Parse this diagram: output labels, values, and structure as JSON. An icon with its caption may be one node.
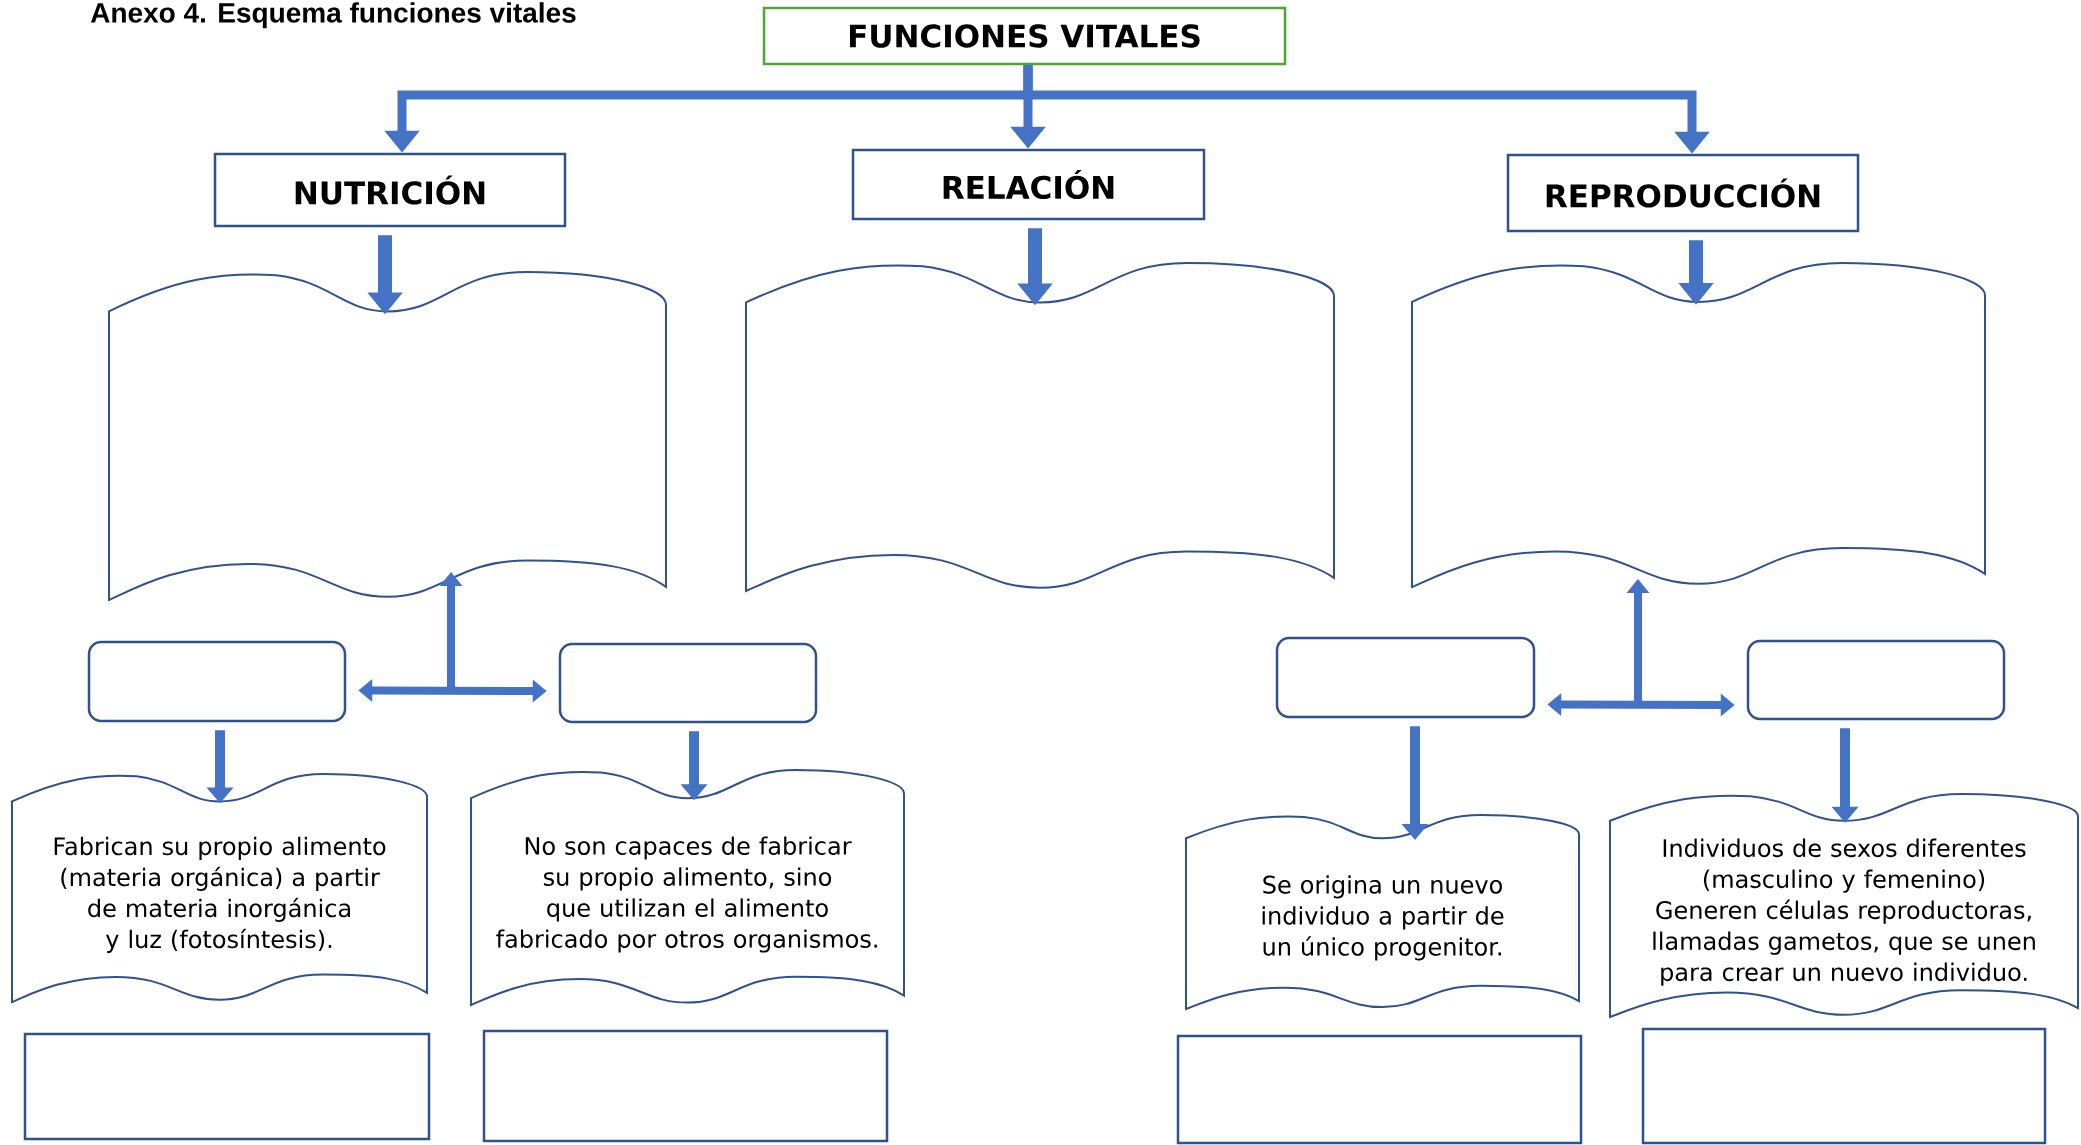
{
  "diagram": {
    "title": "Anexo 4. Esquema funciones vitales",
    "nodes": [
      {
        "text": [
          "FUNCIONES VITALES"
        ]
      },
      {
        "text": [
          "NUTRICIÓN"
        ]
      },
      {
        "text": [
          "RELACIÓN"
        ]
      },
      {
        "text": [
          "REPRODUCCIÓN"
        ]
      },
      {
        "text": [],
        "shape": "document"
      },
      {
        "text": [],
        "shape": "document"
      },
      {
        "text": [],
        "shape": "document"
      },
      {
        "text": [],
        "shape": "box"
      },
      {
        "text": [],
        "shape": "box"
      },
      {
        "text": [],
        "shape": "box"
      },
      {
        "text": [],
        "shape": "box"
      },
      {
        "text": [
          "Fabrican su propio alimento (materia orgánica) a partir de materia inorgánica y luz (fotosíntesis)."
        ]
      },
      {
        "text": [
          "No son capaces de fabricar su propio alimento, sino que utilizan el alimento fabricado por otros organismos."
        ]
      },
      {
        "text": [
          "Se origina un nuevo individuo a partir de un único progenitor."
        ]
      },
      {
        "text": [
          "Individuos de sexos diferentes (masculino y femenino)",
          "Generen células reproductoras, llamadas gametos, que se unen para crear un nuevo individuo."
        ]
      },
      {
        "text": [],
        "shape": "box"
      },
      {
        "text": [],
        "shape": "box"
      },
      {
        "text": [],
        "shape": "box"
      },
      {
        "text": [],
        "shape": "box"
      }
    ],
    "edges": [
      {
        "from": 0,
        "to": 1,
        "arrow": "to"
      },
      {
        "from": 0,
        "to": 2,
        "arrow": "to"
      },
      {
        "from": 0,
        "to": 3,
        "arrow": "to"
      },
      {
        "from": 1,
        "to": 4,
        "arrow": "to"
      },
      {
        "from": 2,
        "to": 5,
        "arrow": "to"
      },
      {
        "from": 3,
        "to": 6,
        "arrow": "to"
      },
      {
        "from": 7,
        "to": 8,
        "arrow": "both"
      },
      {
        "from": null,
        "to": 4,
        "arrow": "to"
      },
      {
        "from": 9,
        "to": 10,
        "arrow": "both"
      },
      {
        "from": null,
        "to": 6,
        "arrow": "to"
      },
      {
        "from": 7,
        "to": 11,
        "arrow": "to"
      },
      {
        "from": 8,
        "to": 12,
        "arrow": "to"
      },
      {
        "from": 9,
        "to": 13,
        "arrow": "to"
      },
      {
        "from": 10,
        "to": 14,
        "arrow": "to"
      }
    ]
  }
}
